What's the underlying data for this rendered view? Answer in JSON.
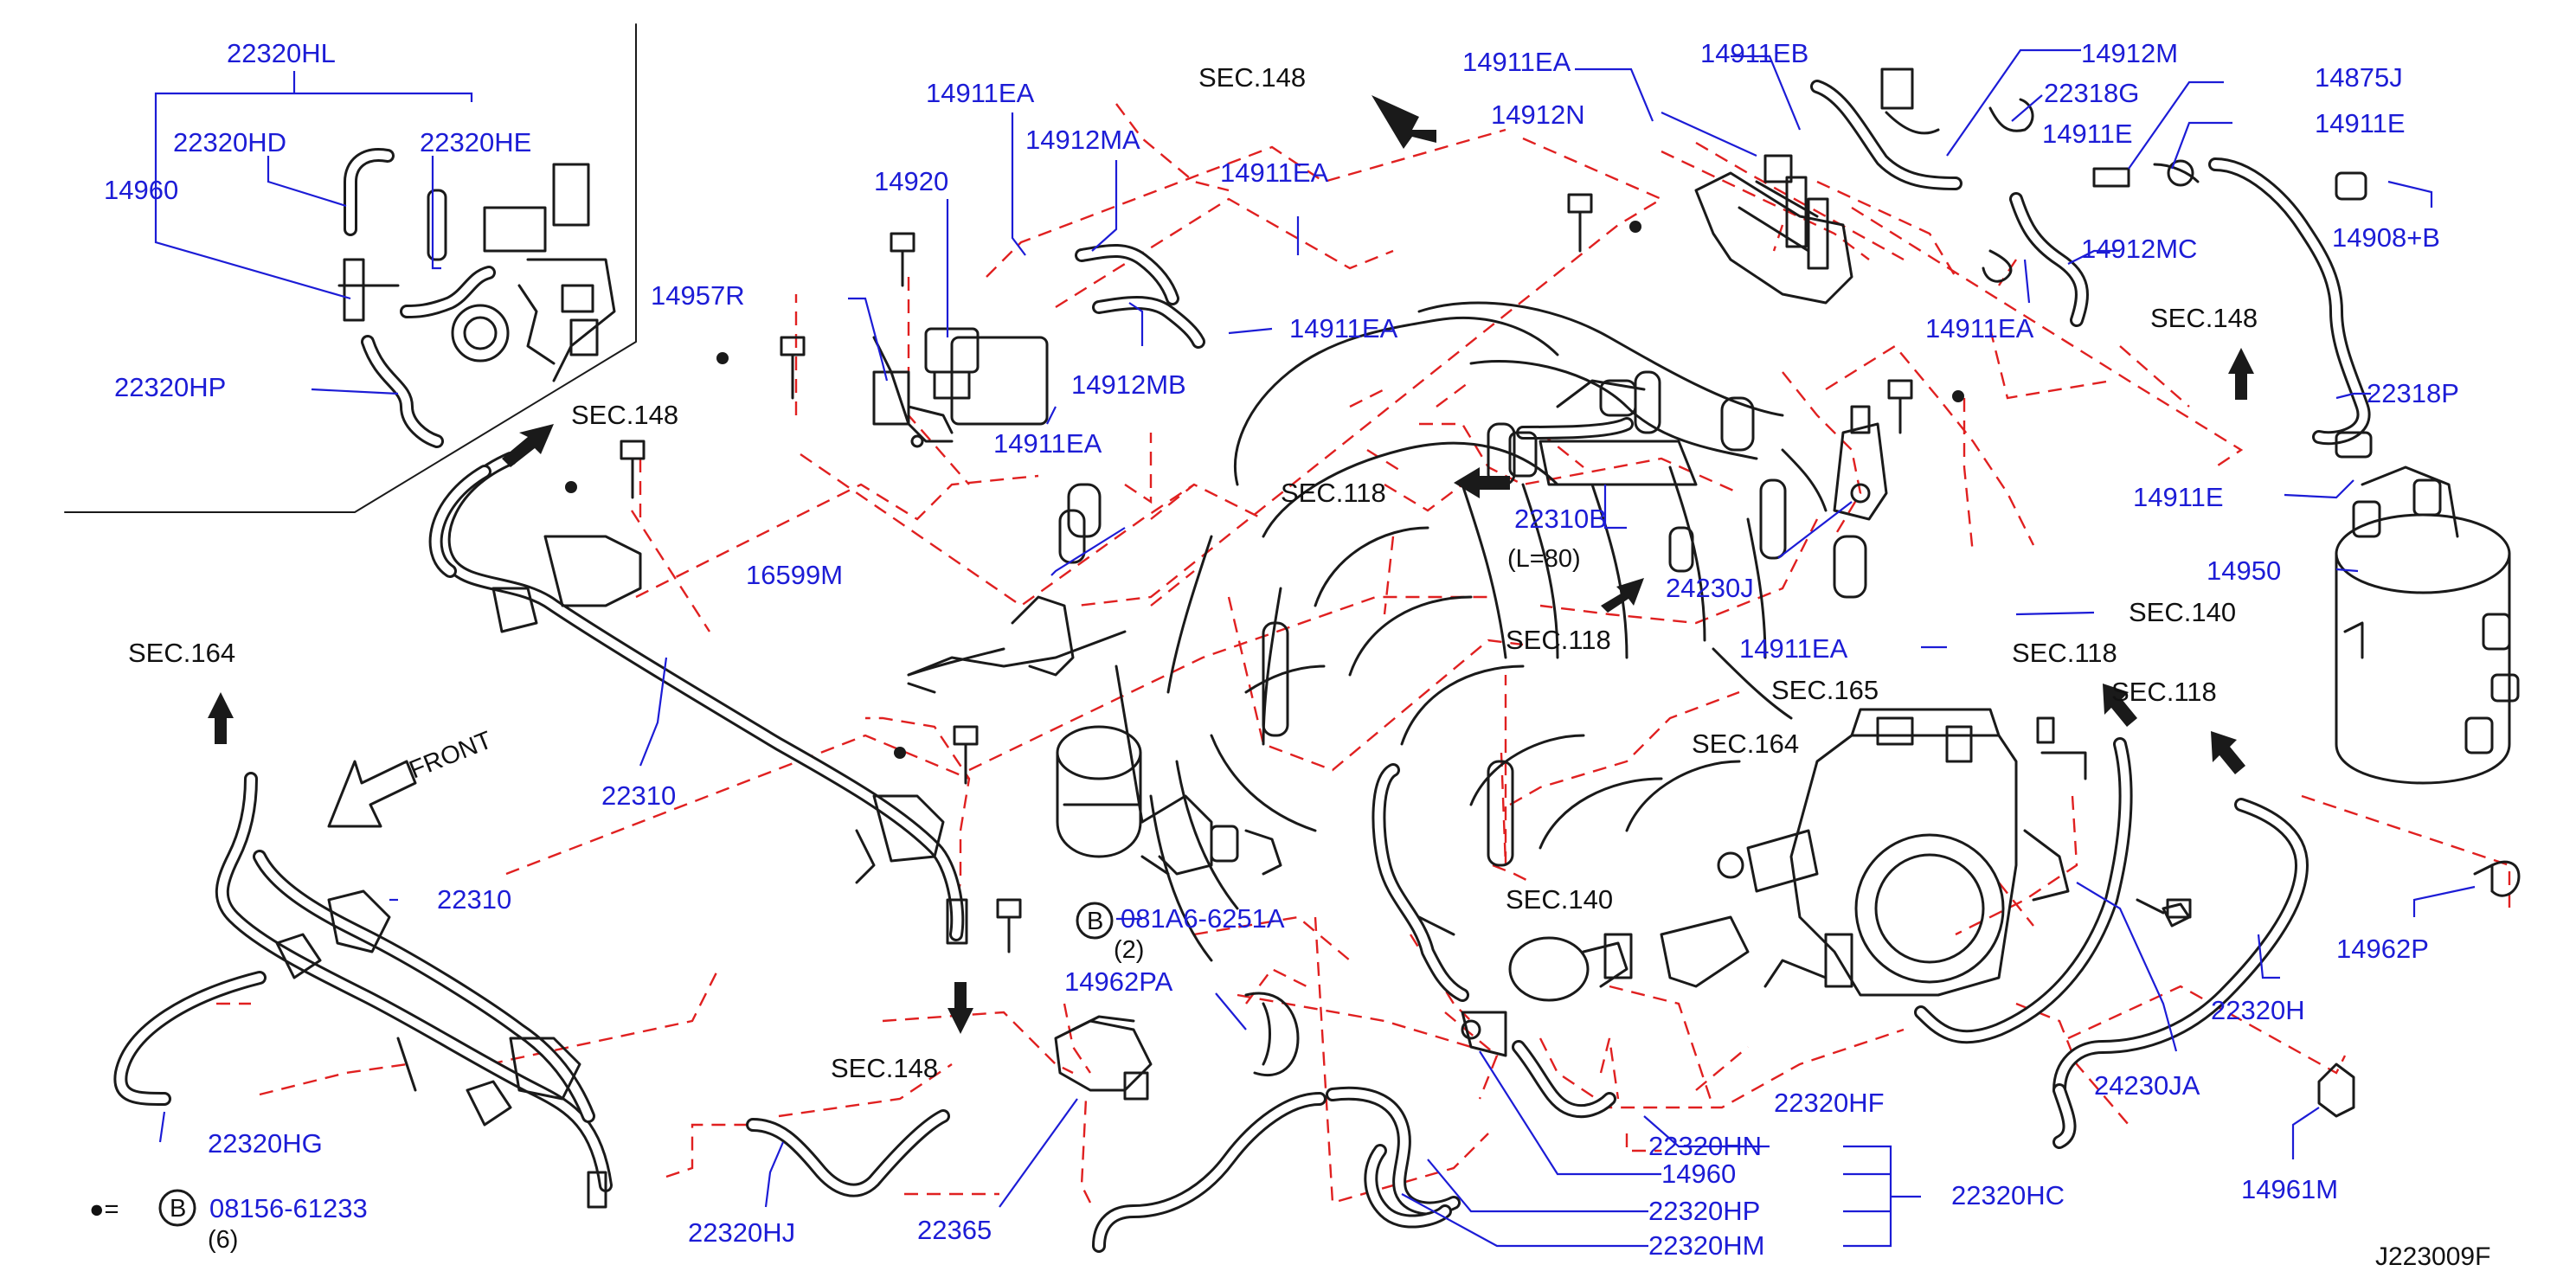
{
  "labels": {
    "p22320HL": "22320HL",
    "p22320HD": "22320HD",
    "p22320HE": "22320HE",
    "p14960a": "14960",
    "p22320HPa": "22320HP",
    "p14911EA1": "14911EA",
    "p14912MA": "14912MA",
    "p14920": "14920",
    "p14911EA2": "14911EA",
    "p14957R": "14957R",
    "p14912MB": "14912MB",
    "p14911EA3": "14911EA",
    "p14911EA4": "14911EA",
    "p14911EA5": "14911EA",
    "p14912N": "14912N",
    "p14911EB": "14911EB",
    "p14912M": "14912M",
    "p22318G": "22318G",
    "p14911E1": "14911E",
    "p14875J": "14875J",
    "p14911E2": "14911E",
    "p14908B": "14908+B",
    "p14912MC": "14912MC",
    "p14911EA6": "14911EA",
    "p22318P": "22318P",
    "p14911E3": "14911E",
    "p14950": "14950",
    "p16599M": "16599M",
    "p22310B": "22310B",
    "p24230J": "24230J",
    "p14911EA7": "14911EA",
    "p22310a": "22310",
    "p22310b": "22310",
    "p22320HG": "22320HG",
    "p22320HJ": "22320HJ",
    "p22365": "22365",
    "p14962PA": "14962PA",
    "p081A6": "081A6-6251A",
    "p08156": "08156-61233",
    "p22320HN": "22320HN",
    "p14960b": "14960",
    "p22320HPb": "22320HP",
    "p22320HM": "22320HM",
    "p22320HC": "22320HC",
    "p22320HF": "22320HF",
    "p22320H": "22320H",
    "p24230JA": "24230JA",
    "p14961M": "14961M",
    "p14962P": "14962P"
  },
  "sections": {
    "s148a": "SEC.148",
    "s148b": "SEC.148",
    "s148c": "SEC.148",
    "s148d": "SEC.148",
    "s118a": "SEC.118",
    "s118b": "SEC.118",
    "s118c": "SEC.118",
    "s118d": "SEC.118",
    "s140a": "SEC.140",
    "s140b": "SEC.140",
    "s164a": "SEC.164",
    "s164b": "SEC.164",
    "s165": "SEC.165"
  },
  "notes": {
    "length": "(L=80)",
    "qty2": "(2)",
    "qty6": "(6)",
    "front": "FRONT",
    "circleB1": "B",
    "circleB2": "B",
    "dot_equals": "●=",
    "diagram_ref": "J223009F"
  }
}
